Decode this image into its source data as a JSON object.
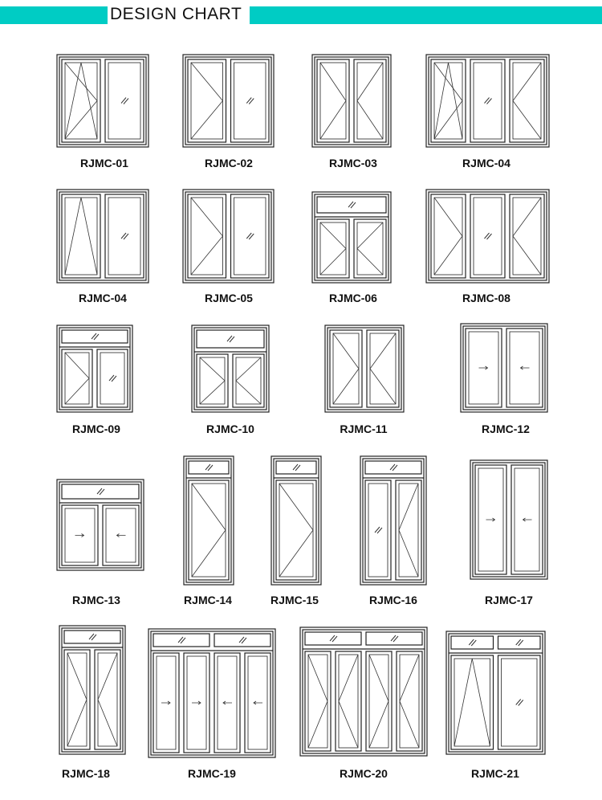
{
  "header": {
    "title": "DESIGN CHART",
    "accent_color": "#00CCC4"
  },
  "models": [
    "RJMC-01",
    "RJMC-02",
    "RJMC-03",
    "RJMC-04",
    "RJMC-04",
    "RJMC-05",
    "RJMC-06",
    "RJMC-08",
    "RJMC-09",
    "RJMC-10",
    "RJMC-11",
    "RJMC-12",
    "RJMC-13",
    "RJMC-14",
    "RJMC-15",
    "RJMC-16",
    "RJMC-17",
    "RJMC-18",
    "RJMC-19",
    "RJMC-20",
    "RJMC-21"
  ]
}
